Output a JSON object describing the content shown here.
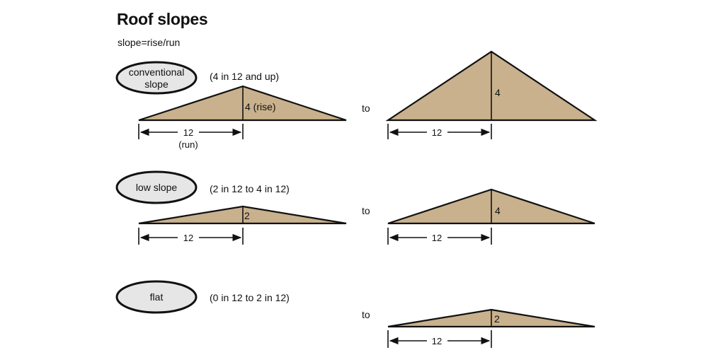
{
  "title": "Roof slopes",
  "formula": "slope=rise/run",
  "to_label": "to",
  "rows": [
    {
      "category_line1": "conventional",
      "category_line2": "slope",
      "range": "(4 in 12 and up)",
      "left": {
        "run": 12,
        "rise": 4,
        "rise_text": "4 (rise)",
        "run_text": "12",
        "run_sub": "(run)"
      },
      "right": {
        "run": 12,
        "rise": 4,
        "rise_text": "4",
        "run_text": "12"
      }
    },
    {
      "category_line1": "low slope",
      "category_line2": "",
      "range": "(2 in 12 to 4 in 12)",
      "left": {
        "run": 12,
        "rise": 2,
        "rise_text": "2",
        "run_text": "12"
      },
      "right": {
        "run": 12,
        "rise": 4,
        "rise_text": "4",
        "run_text": "12"
      }
    },
    {
      "category_line1": "flat",
      "category_line2": "",
      "range": "(0 in 12 to 2 in 12)",
      "right": {
        "run": 12,
        "rise": 2,
        "rise_text": "2",
        "run_text": "12"
      }
    }
  ],
  "colors": {
    "roof_fill": "#C8B18C",
    "pill_fill": "#E6E6E6",
    "line": "#111111"
  }
}
